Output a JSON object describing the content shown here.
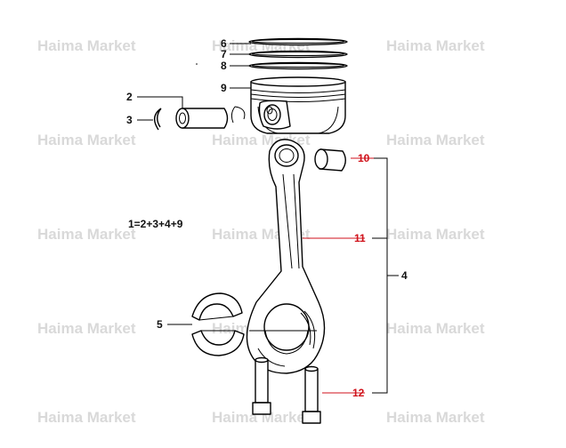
{
  "watermark": {
    "text": "Haima Market"
  },
  "colors": {
    "callout_red": "#d0121b",
    "callout_black": "#111111",
    "watermark": "#d9d9d9"
  },
  "formula": {
    "text": "1=2+3+4+9"
  },
  "callouts": {
    "c2": "2",
    "c3": "3",
    "c4": "4",
    "c5": "5",
    "c6": "6",
    "c7": "7",
    "c8": "8",
    "c9": "9",
    "c10": "10",
    "c11": "11",
    "c12": "12"
  }
}
